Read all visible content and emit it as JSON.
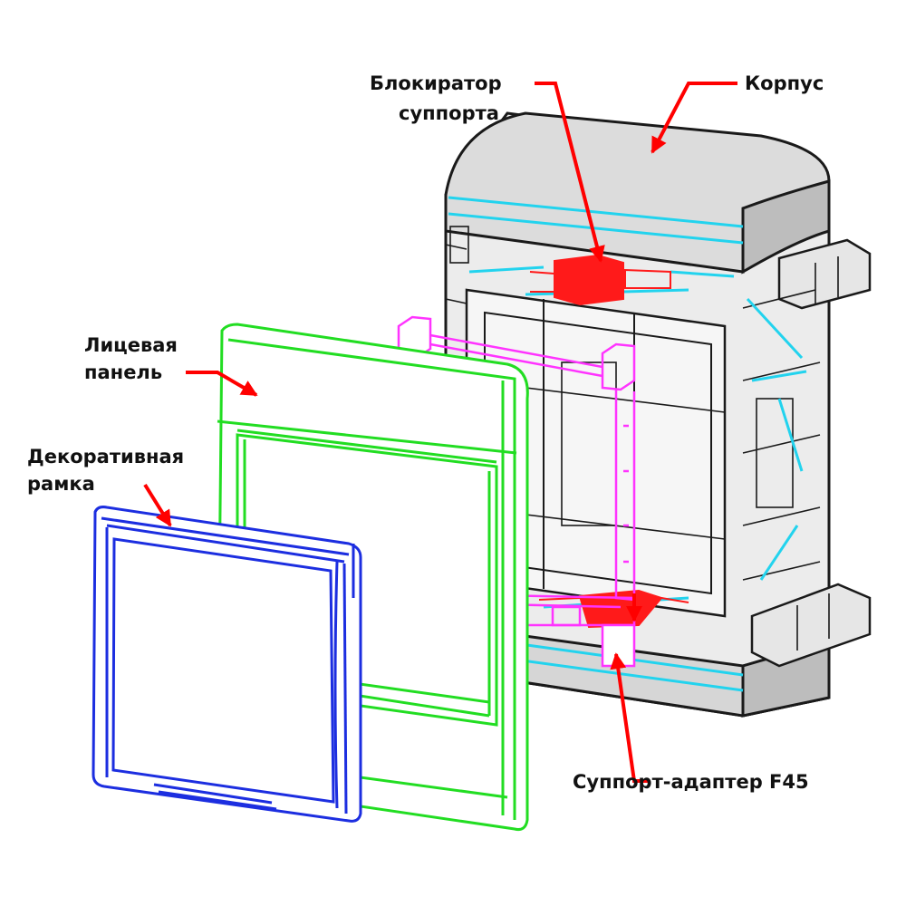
{
  "labels": {
    "lock": {
      "line1": "Блокиратор",
      "line2": "суппорта"
    },
    "body": "Корпус",
    "face": {
      "line1": "Лицевая",
      "line2": "панель"
    },
    "frame": {
      "line1": "Декоративная",
      "line2": "рамка"
    },
    "adapter": "Суппорт-адаптер F45"
  },
  "colors": {
    "housing_outline": "#1a1a1a",
    "housing_fill": "#ececec",
    "housing_cap": "#dcdcdc",
    "rail": "#22d3ee",
    "lock": "#ff1a1a",
    "adapter": "#ff33ff",
    "face_panel": "#22dd22",
    "frame": "#1c2ee0",
    "arrow": "#ff0000",
    "leader": "#ff0000"
  }
}
